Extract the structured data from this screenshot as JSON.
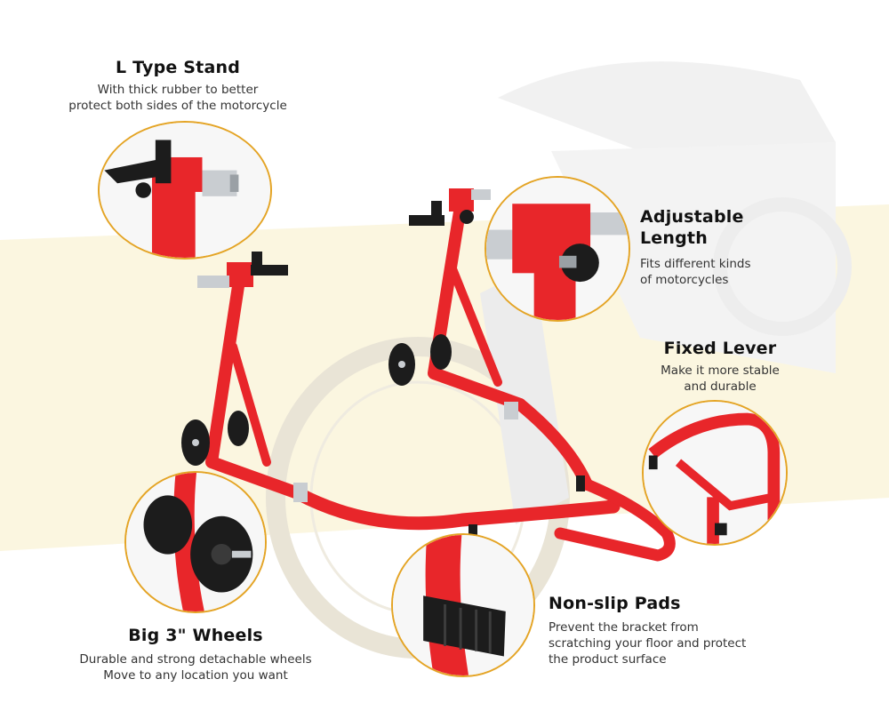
{
  "features": {
    "l_type_stand": {
      "title": "L Type Stand",
      "desc_line1": "With thick rubber to better",
      "desc_line2": "protect both sides of the motorcycle"
    },
    "adjustable_length": {
      "title_line1": "Adjustable",
      "title_line2": "Length",
      "desc_line1": "Fits different kinds",
      "desc_line2": "of motorcycles"
    },
    "fixed_lever": {
      "title": "Fixed Lever",
      "desc_line1": "Make it more stable",
      "desc_line2": "and durable"
    },
    "big_wheels": {
      "title": "Big 3\" Wheels",
      "desc_line1": "Durable and strong detachable wheels",
      "desc_line2": "Move to any location you want"
    },
    "non_slip_pads": {
      "title": "Non-slip Pads",
      "desc_line1": "Prevent the bracket from",
      "desc_line2": "scratching your floor and protect",
      "desc_line3": "the product surface"
    }
  },
  "colors": {
    "stand_red": "#e8262a",
    "accent_ring": "#e4a425",
    "rubber": "#1c1c1c",
    "steel": "#c9cdd1"
  }
}
